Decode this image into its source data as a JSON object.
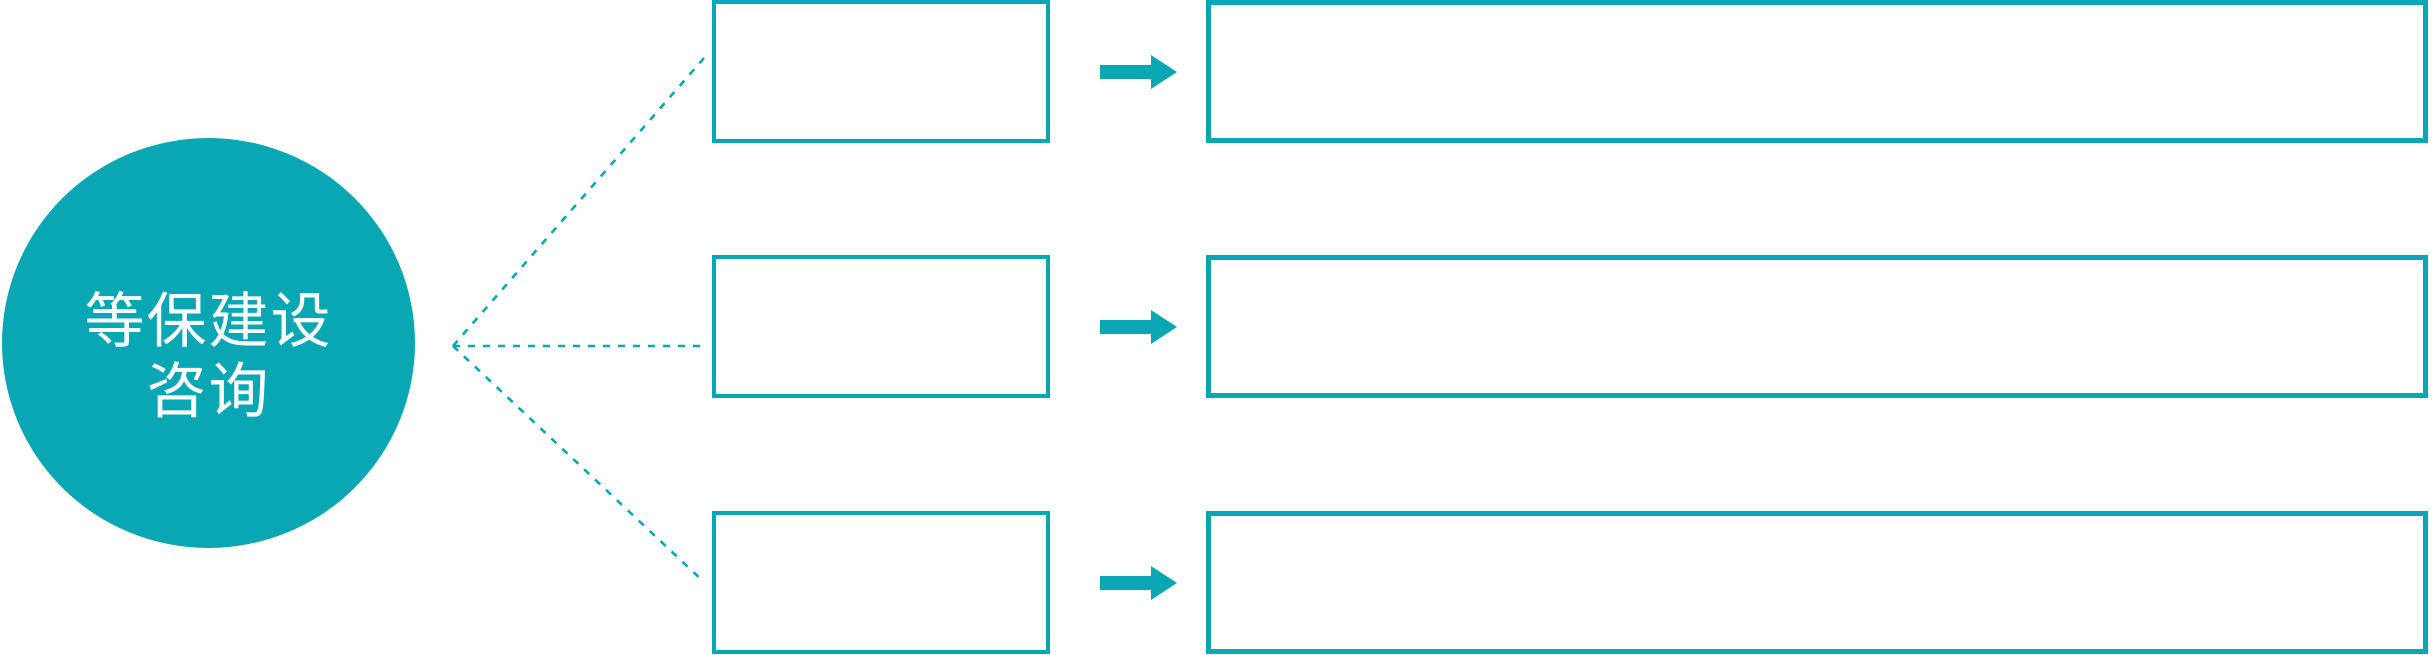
{
  "diagram": {
    "type": "fan-out-diagram",
    "center_node": {
      "lines": [
        "等保建设",
        "咨询"
      ],
      "full_label": "等保建设咨询"
    },
    "rows": [
      {
        "small_box_label": "",
        "arrow_icon": "right-arrow",
        "large_box_label": ""
      },
      {
        "small_box_label": "",
        "arrow_icon": "right-arrow",
        "large_box_label": ""
      },
      {
        "small_box_label": "",
        "arrow_icon": "right-arrow",
        "large_box_label": ""
      }
    ]
  },
  "colors": {
    "teal": "#08A7B3",
    "text_on_teal": "#FFFFFF",
    "background": "#FFFFFF"
  }
}
